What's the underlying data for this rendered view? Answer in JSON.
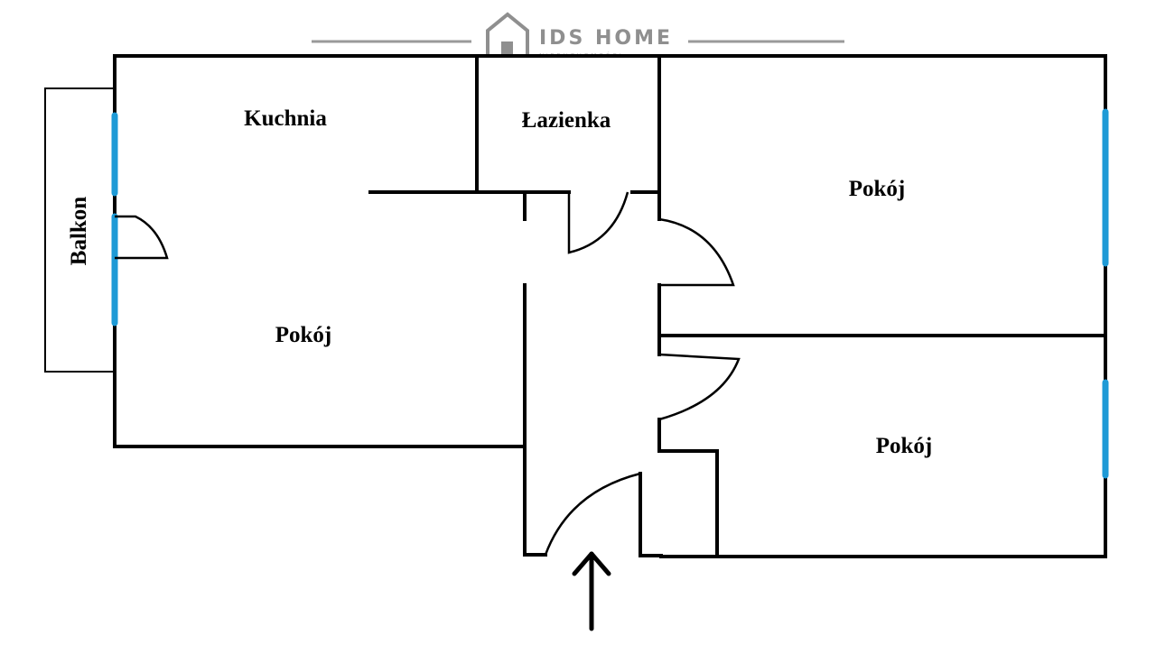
{
  "logo": {
    "name": "IDS HOME",
    "tagline": "NIERUCHOMOŚCI"
  },
  "rooms": {
    "kitchen": "Kuchnia",
    "bathroom": "Łazienka",
    "balcony": "Balkon",
    "living_room": "Pokój",
    "bedroom_top": "Pokój",
    "bedroom_bottom": "Pokój"
  },
  "colors": {
    "walls": "#000000",
    "windows": "#1e9ad6",
    "logo": "#8f8f8f"
  },
  "icons": {
    "entrance": "arrow-up-icon",
    "logo": "house-icon"
  }
}
